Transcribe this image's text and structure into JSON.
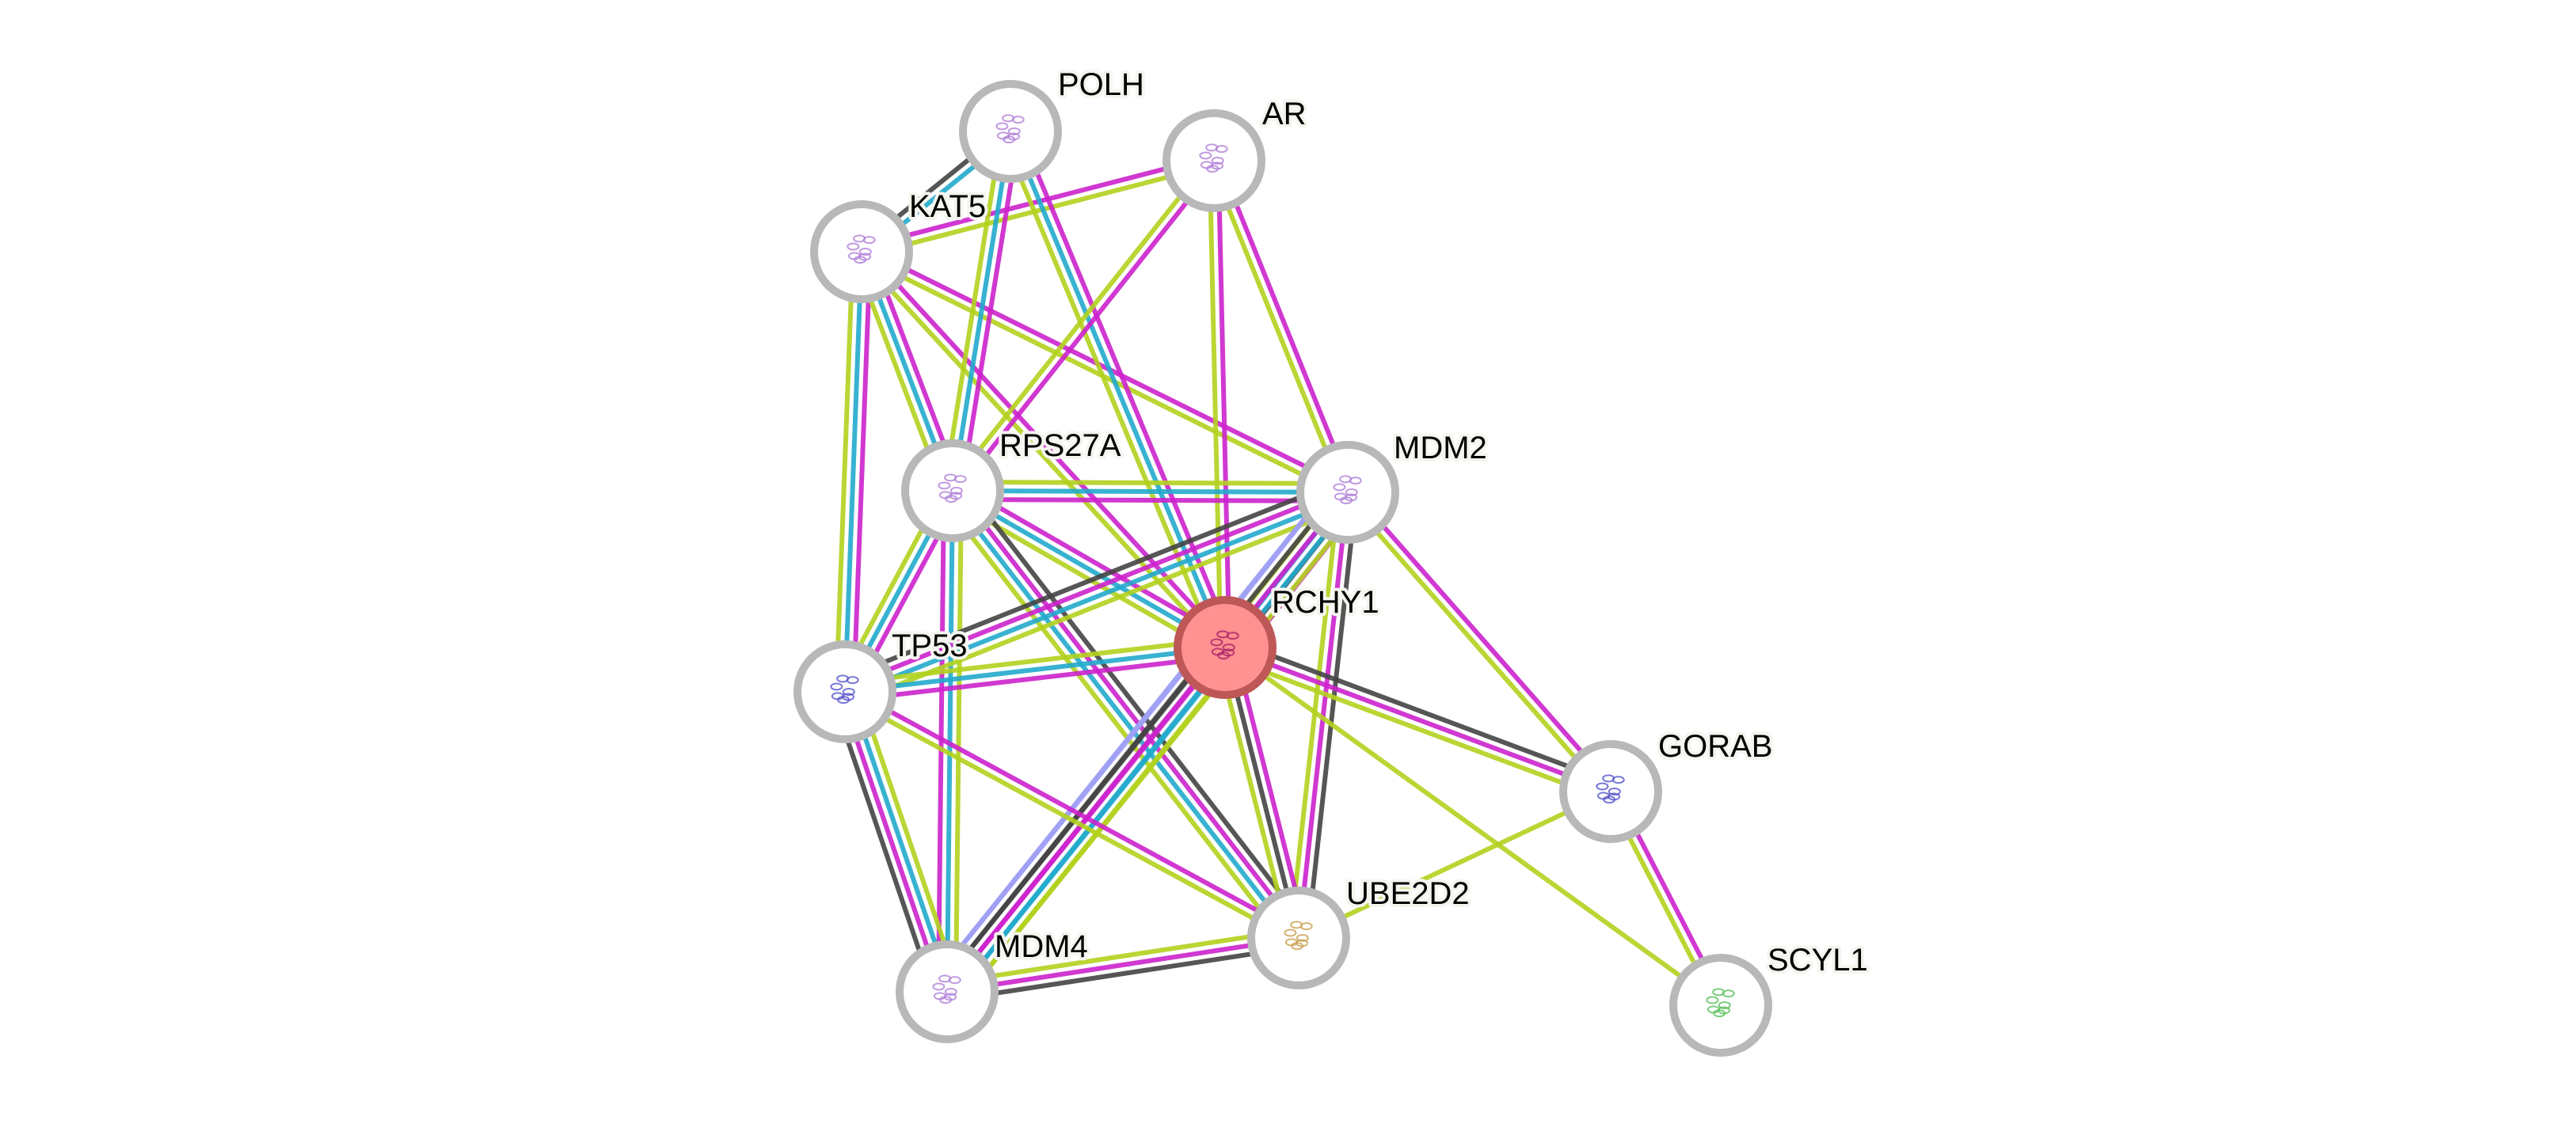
{
  "network": {
    "query_protein": "RCHY1",
    "colors": {
      "experiments": "#cc22cc",
      "databases": "#22aacc",
      "textmining": "#b3d11e",
      "coexpression": "#444444",
      "homology": "#9f9ff5",
      "node_border": "#b8b8b8",
      "query_fill": "#ff9191",
      "query_border": "#be5757"
    },
    "nodes": [
      {
        "id": "POLH",
        "label": "POLH"
      },
      {
        "id": "AR",
        "label": "AR"
      },
      {
        "id": "KAT5",
        "label": "KAT5"
      },
      {
        "id": "RPS27A",
        "label": "RPS27A"
      },
      {
        "id": "MDM2",
        "label": "MDM2"
      },
      {
        "id": "RCHY1",
        "label": "RCHY1",
        "query": true
      },
      {
        "id": "TP53",
        "label": "TP53"
      },
      {
        "id": "GORAB",
        "label": "GORAB"
      },
      {
        "id": "UBE2D2",
        "label": "UBE2D2"
      },
      {
        "id": "MDM4",
        "label": "MDM4"
      },
      {
        "id": "SCYL1",
        "label": "SCYL1"
      }
    ],
    "edges": [
      {
        "a": "KAT5",
        "b": "POLH",
        "types": [
          "coexpression",
          "databases"
        ]
      },
      {
        "a": "KAT5",
        "b": "AR",
        "types": [
          "experiments",
          "textmining"
        ]
      },
      {
        "a": "KAT5",
        "b": "TP53",
        "types": [
          "experiments",
          "databases",
          "textmining"
        ]
      },
      {
        "a": "KAT5",
        "b": "RPS27A",
        "types": [
          "experiments",
          "databases",
          "textmining"
        ]
      },
      {
        "a": "KAT5",
        "b": "RCHY1",
        "types": [
          "experiments",
          "textmining"
        ]
      },
      {
        "a": "KAT5",
        "b": "MDM2",
        "types": [
          "experiments",
          "textmining"
        ]
      },
      {
        "a": "POLH",
        "b": "RPS27A",
        "types": [
          "experiments",
          "databases",
          "textmining"
        ]
      },
      {
        "a": "POLH",
        "b": "RCHY1",
        "types": [
          "experiments",
          "databases",
          "textmining"
        ]
      },
      {
        "a": "AR",
        "b": "RPS27A",
        "types": [
          "experiments",
          "textmining"
        ]
      },
      {
        "a": "AR",
        "b": "RCHY1",
        "types": [
          "experiments",
          "textmining"
        ]
      },
      {
        "a": "AR",
        "b": "MDM2",
        "types": [
          "experiments",
          "textmining"
        ]
      },
      {
        "a": "RPS27A",
        "b": "MDM2",
        "types": [
          "textmining",
          "databases",
          "experiments"
        ]
      },
      {
        "a": "RPS27A",
        "b": "TP53",
        "types": [
          "experiments",
          "databases",
          "textmining"
        ]
      },
      {
        "a": "RPS27A",
        "b": "RCHY1",
        "types": [
          "experiments",
          "databases",
          "textmining"
        ]
      },
      {
        "a": "RPS27A",
        "b": "MDM4",
        "types": [
          "textmining",
          "databases",
          "experiments"
        ]
      },
      {
        "a": "RPS27A",
        "b": "UBE2D2",
        "types": [
          "coexpression",
          "experiments",
          "databases",
          "textmining"
        ]
      },
      {
        "a": "MDM2",
        "b": "TP53",
        "types": [
          "textmining",
          "databases",
          "experiments",
          "coexpression"
        ]
      },
      {
        "a": "MDM2",
        "b": "RCHY1",
        "types": [
          "experiments",
          "coexpression",
          "databases",
          "textmining",
          "homology"
        ]
      },
      {
        "a": "MDM2",
        "b": "MDM4",
        "types": [
          "textmining",
          "databases",
          "experiments",
          "coexpression",
          "homology"
        ]
      },
      {
        "a": "MDM2",
        "b": "UBE2D2",
        "types": [
          "coexpression",
          "experiments",
          "textmining"
        ]
      },
      {
        "a": "MDM2",
        "b": "GORAB",
        "types": [
          "experiments",
          "textmining"
        ]
      },
      {
        "a": "RCHY1",
        "b": "TP53",
        "types": [
          "experiments",
          "databases",
          "textmining"
        ]
      },
      {
        "a": "RCHY1",
        "b": "GORAB",
        "types": [
          "coexpression",
          "experiments",
          "textmining"
        ]
      },
      {
        "a": "RCHY1",
        "b": "UBE2D2",
        "types": [
          "experiments",
          "coexpression",
          "textmining"
        ]
      },
      {
        "a": "RCHY1",
        "b": "MDM4",
        "types": [
          "textmining",
          "databases",
          "experiments",
          "coexpression",
          "homology"
        ]
      },
      {
        "a": "RCHY1",
        "b": "SCYL1",
        "types": [
          "textmining"
        ]
      },
      {
        "a": "TP53",
        "b": "MDM4",
        "types": [
          "textmining",
          "databases",
          "experiments",
          "coexpression"
        ]
      },
      {
        "a": "TP53",
        "b": "UBE2D2",
        "types": [
          "experiments",
          "textmining"
        ]
      },
      {
        "a": "UBE2D2",
        "b": "MDM4",
        "types": [
          "coexpression",
          "experiments",
          "textmining"
        ]
      },
      {
        "a": "UBE2D2",
        "b": "GORAB",
        "types": [
          "textmining"
        ]
      },
      {
        "a": "GORAB",
        "b": "SCYL1",
        "types": [
          "experiments",
          "textmining"
        ]
      }
    ]
  }
}
